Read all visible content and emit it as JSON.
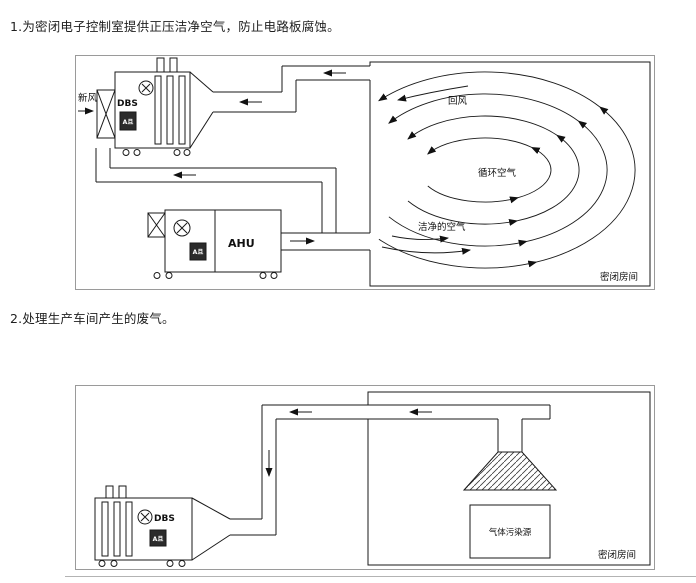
{
  "captions": {
    "item1": "1.为密闭电子控制室提供正压洁净空气，防止电路板腐蚀。",
    "item2": "2.处理生产车间产生的废气。"
  },
  "diagram1": {
    "fresh_air_label": "新风",
    "unit_dbs_label": "DBS",
    "unit_dbs_box_label": "A且",
    "unit_ahu_label": "AHU",
    "unit_ahu_box_label": "A且",
    "return_air_label": "回风",
    "circulating_air_label": "循环空气",
    "clean_air_label": "洁净的空气",
    "sealed_room_label": "密闭房间"
  },
  "diagram2": {
    "unit_dbs_label": "DBS",
    "unit_dbs_box_label": "A且",
    "pollution_source_label": "气体污染源",
    "sealed_room_label": "密闭房间"
  }
}
